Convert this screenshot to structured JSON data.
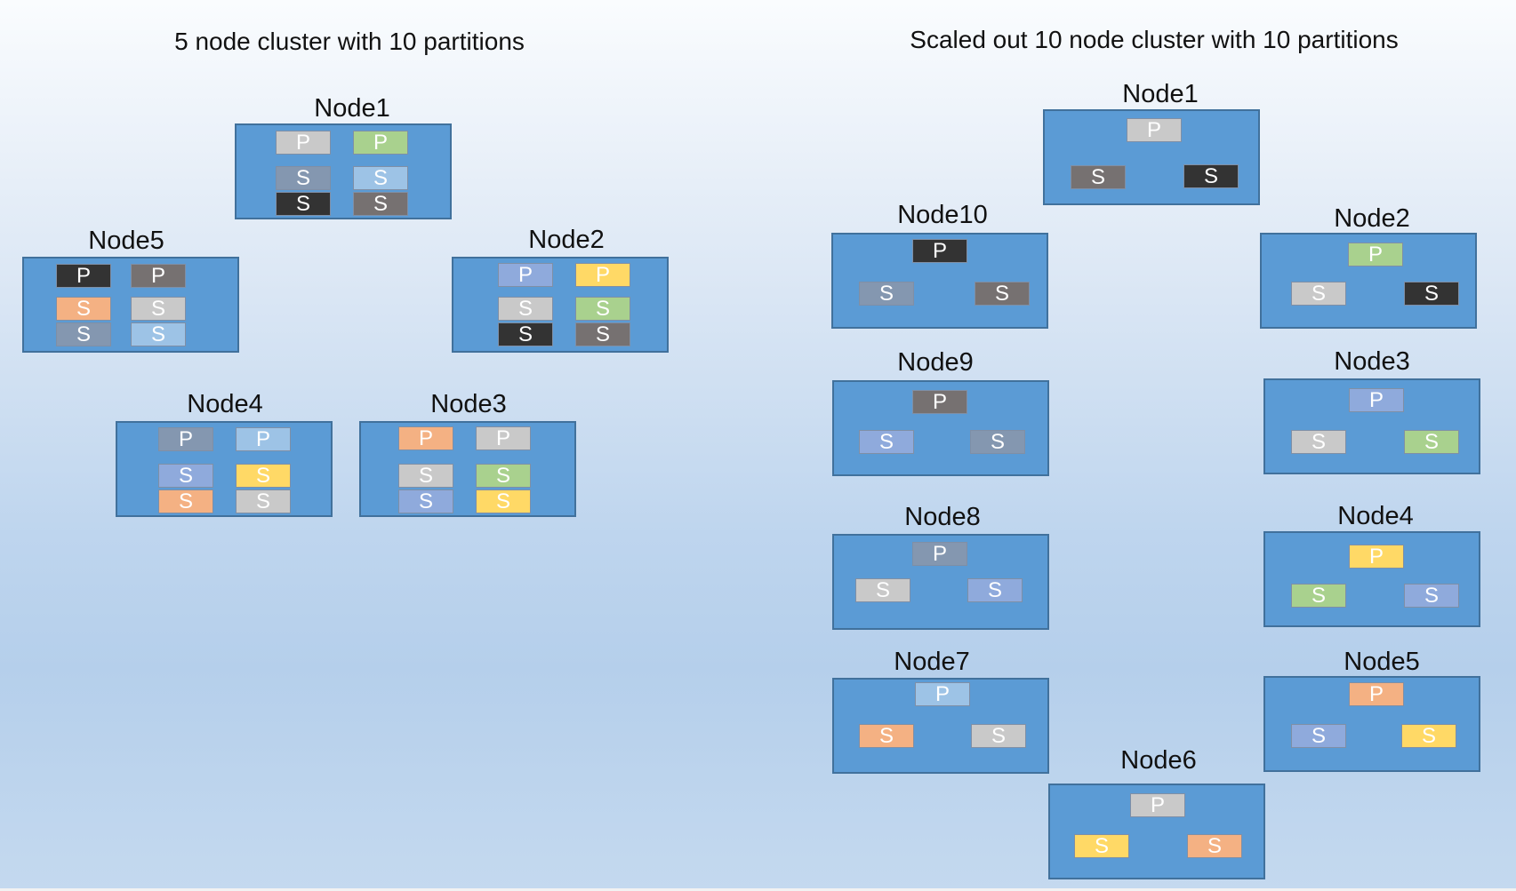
{
  "colors": {
    "node_fill": "#5b9bd5",
    "node_border": "#41719c",
    "partition_colors": {
      "light_gray": "#c9c9c9",
      "green": "#a9d18e",
      "slate": "#8497b0",
      "sky": "#9dc3e6",
      "black": "#333333",
      "dark_gray": "#767171",
      "orange": "#f4b183",
      "periwinkle": "#8faadc",
      "yellow": "#ffd966"
    }
  },
  "left": {
    "title": "5 node cluster with 10 partitions",
    "nodes": [
      {
        "label": "Node1",
        "partitions": [
          {
            "t": "P",
            "c": "light_gray"
          },
          {
            "t": "P",
            "c": "green"
          },
          {
            "t": "S",
            "c": "slate"
          },
          {
            "t": "S",
            "c": "sky"
          },
          {
            "t": "S",
            "c": "black"
          },
          {
            "t": "S",
            "c": "dark_gray"
          }
        ]
      },
      {
        "label": "Node5",
        "partitions": [
          {
            "t": "P",
            "c": "black"
          },
          {
            "t": "P",
            "c": "dark_gray"
          },
          {
            "t": "S",
            "c": "orange"
          },
          {
            "t": "S",
            "c": "light_gray"
          },
          {
            "t": "S",
            "c": "slate"
          },
          {
            "t": "S",
            "c": "sky"
          }
        ]
      },
      {
        "label": "Node2",
        "partitions": [
          {
            "t": "P",
            "c": "periwinkle"
          },
          {
            "t": "P",
            "c": "yellow"
          },
          {
            "t": "S",
            "c": "light_gray"
          },
          {
            "t": "S",
            "c": "green"
          },
          {
            "t": "S",
            "c": "black"
          },
          {
            "t": "S",
            "c": "dark_gray"
          }
        ]
      },
      {
        "label": "Node4",
        "partitions": [
          {
            "t": "P",
            "c": "slate"
          },
          {
            "t": "P",
            "c": "sky"
          },
          {
            "t": "S",
            "c": "periwinkle"
          },
          {
            "t": "S",
            "c": "yellow"
          },
          {
            "t": "S",
            "c": "orange"
          },
          {
            "t": "S",
            "c": "light_gray"
          }
        ]
      },
      {
        "label": "Node3",
        "partitions": [
          {
            "t": "P",
            "c": "orange"
          },
          {
            "t": "P",
            "c": "light_gray"
          },
          {
            "t": "S",
            "c": "light_gray"
          },
          {
            "t": "S",
            "c": "green"
          },
          {
            "t": "S",
            "c": "periwinkle"
          },
          {
            "t": "S",
            "c": "yellow"
          }
        ]
      }
    ]
  },
  "right": {
    "title": "Scaled out 10 node cluster with 10 partitions",
    "nodes": [
      {
        "label": "Node1",
        "partitions": [
          {
            "t": "P",
            "c": "light_gray"
          },
          {
            "t": "S",
            "c": "dark_gray"
          },
          {
            "t": "S",
            "c": "black"
          }
        ]
      },
      {
        "label": "Node10",
        "partitions": [
          {
            "t": "P",
            "c": "black"
          },
          {
            "t": "S",
            "c": "slate"
          },
          {
            "t": "S",
            "c": "dark_gray"
          }
        ]
      },
      {
        "label": "Node2",
        "partitions": [
          {
            "t": "P",
            "c": "green"
          },
          {
            "t": "S",
            "c": "light_gray"
          },
          {
            "t": "S",
            "c": "black"
          }
        ]
      },
      {
        "label": "Node9",
        "partitions": [
          {
            "t": "P",
            "c": "dark_gray"
          },
          {
            "t": "S",
            "c": "periwinkle"
          },
          {
            "t": "S",
            "c": "slate"
          }
        ]
      },
      {
        "label": "Node3",
        "partitions": [
          {
            "t": "P",
            "c": "periwinkle"
          },
          {
            "t": "S",
            "c": "light_gray"
          },
          {
            "t": "S",
            "c": "green"
          }
        ]
      },
      {
        "label": "Node8",
        "partitions": [
          {
            "t": "P",
            "c": "slate"
          },
          {
            "t": "S",
            "c": "light_gray"
          },
          {
            "t": "S",
            "c": "periwinkle"
          }
        ]
      },
      {
        "label": "Node4",
        "partitions": [
          {
            "t": "P",
            "c": "yellow"
          },
          {
            "t": "S",
            "c": "green"
          },
          {
            "t": "S",
            "c": "periwinkle"
          }
        ]
      },
      {
        "label": "Node7",
        "partitions": [
          {
            "t": "P",
            "c": "sky"
          },
          {
            "t": "S",
            "c": "orange"
          },
          {
            "t": "S",
            "c": "light_gray"
          }
        ]
      },
      {
        "label": "Node5",
        "partitions": [
          {
            "t": "P",
            "c": "orange"
          },
          {
            "t": "S",
            "c": "periwinkle"
          },
          {
            "t": "S",
            "c": "yellow"
          }
        ]
      },
      {
        "label": "Node6",
        "partitions": [
          {
            "t": "P",
            "c": "light_gray"
          },
          {
            "t": "S",
            "c": "yellow"
          },
          {
            "t": "S",
            "c": "orange"
          }
        ]
      }
    ]
  }
}
